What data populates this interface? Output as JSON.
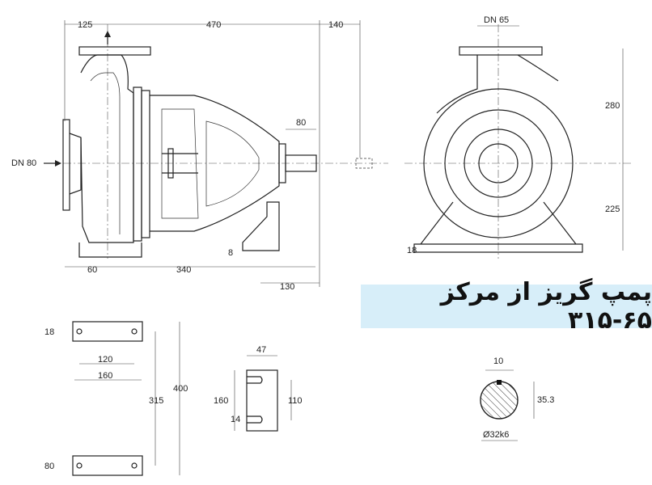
{
  "title": "پمپ گریز از مرکز ۶۵-۳۱۵",
  "side_view": {
    "dims": {
      "d125": "125",
      "d470": "470",
      "d140": "140",
      "d80": "80",
      "dn80": "DN 80",
      "d8": "8",
      "d60": "60",
      "d340": "340",
      "d130": "130"
    }
  },
  "front_view": {
    "dims": {
      "dn65": "DN 65",
      "d280": "280",
      "d225": "225",
      "d18": "18"
    }
  },
  "foot_plan": {
    "dims": {
      "d18": "18",
      "d120": "120",
      "d160": "160",
      "d315": "315",
      "d400": "400",
      "d80": "80"
    }
  },
  "foot_detail": {
    "dims": {
      "d47": "47",
      "d160": "160",
      "d110": "110",
      "d14": "14"
    }
  },
  "shaft_section": {
    "dims": {
      "d10": "10",
      "d353": "35.3",
      "dia": "Ø32k6"
    }
  }
}
